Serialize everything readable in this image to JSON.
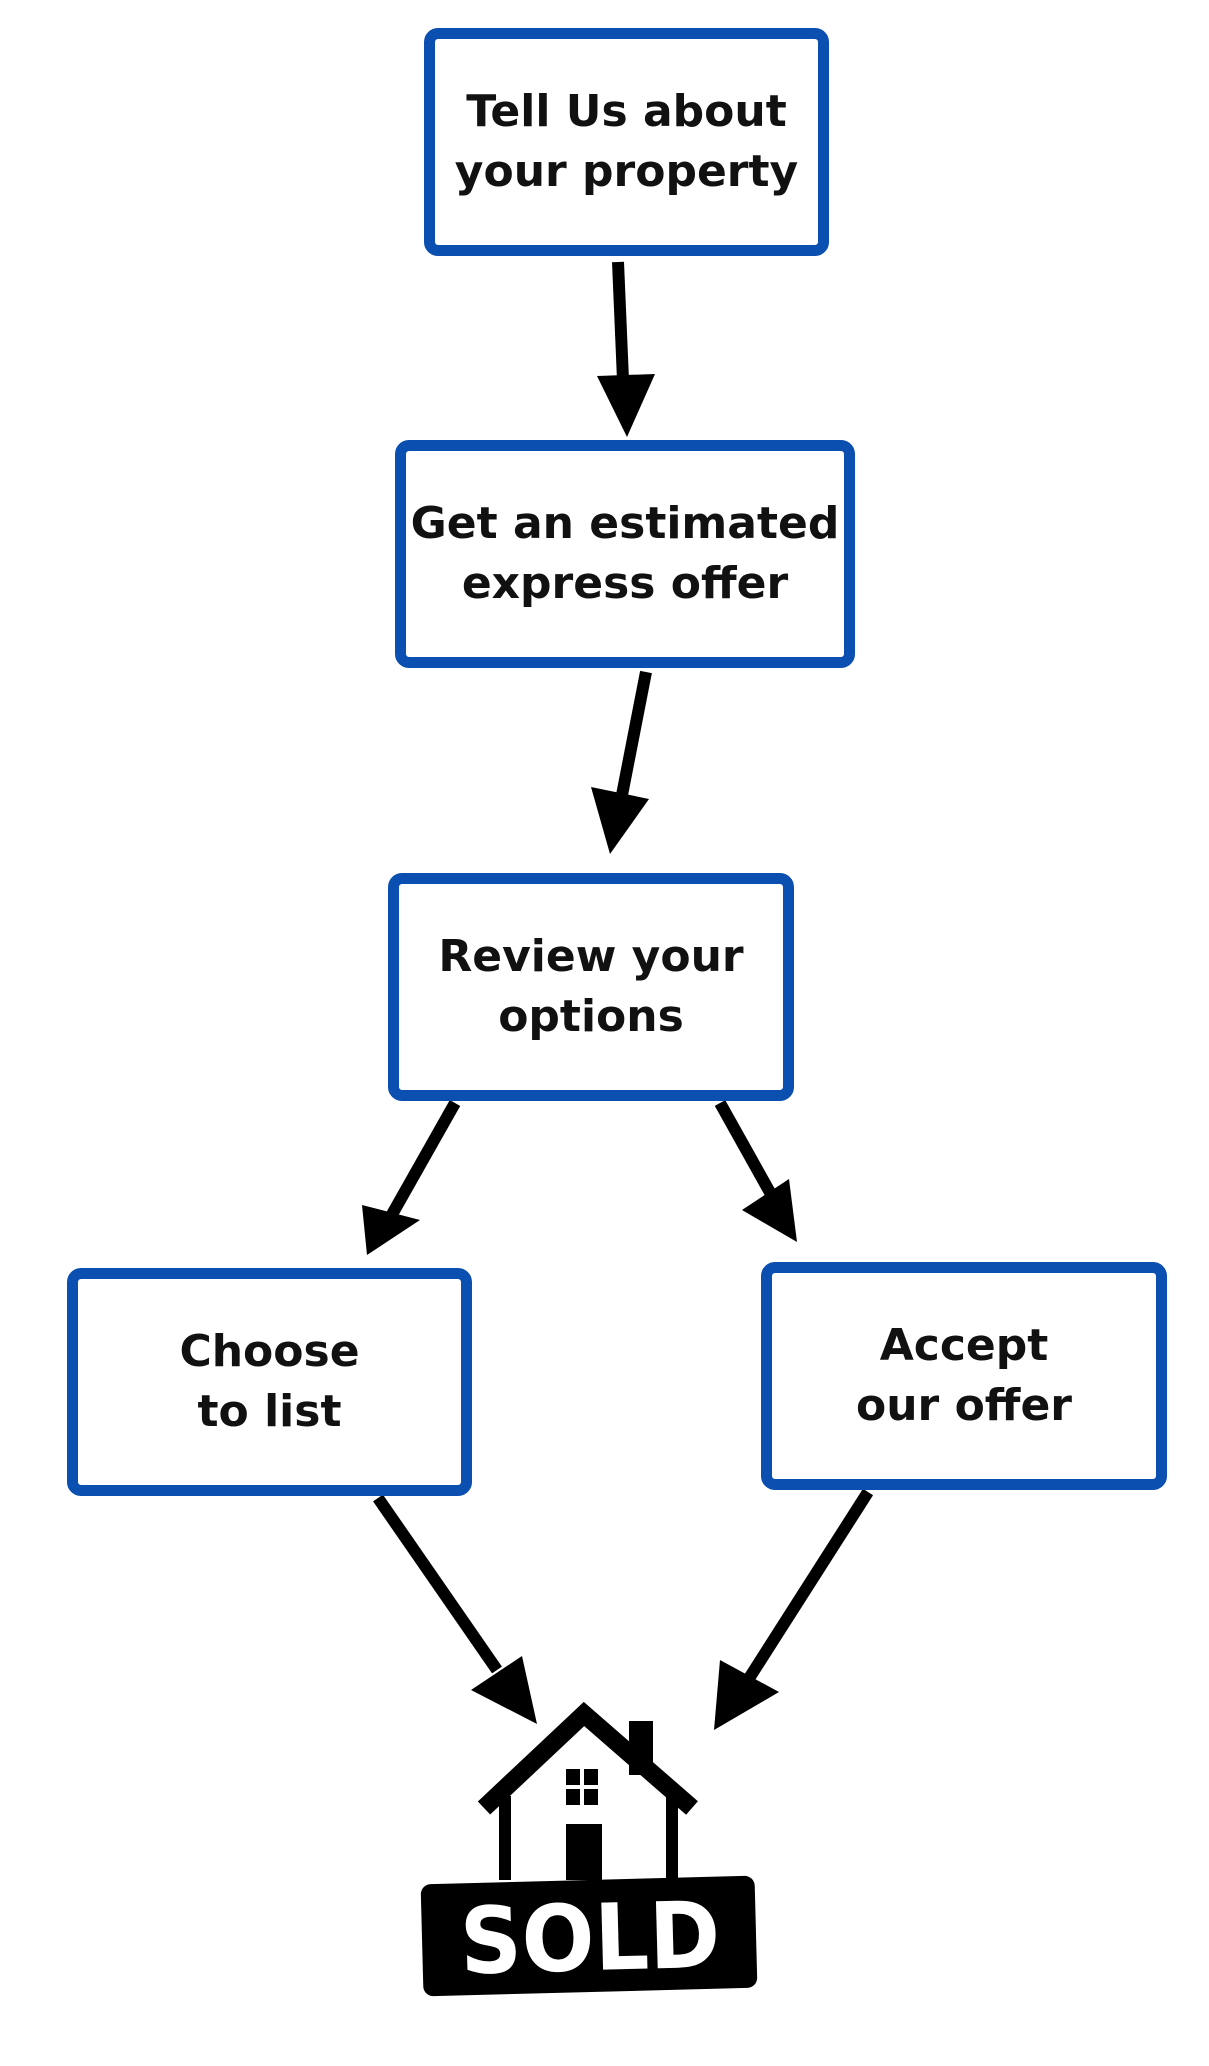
{
  "diagram": {
    "colors": {
      "node_border": "#0b4fb0",
      "text": "#111111",
      "arrow": "#000000"
    },
    "nodes": [
      {
        "id": "tell-us",
        "lines": [
          "Tell Us about",
          "your property"
        ]
      },
      {
        "id": "estimate",
        "lines": [
          "Get an estimated",
          "express offer"
        ]
      },
      {
        "id": "review",
        "lines": [
          "Review your",
          "options"
        ]
      },
      {
        "id": "list",
        "lines": [
          "Choose",
          "to list"
        ]
      },
      {
        "id": "accept",
        "lines": [
          "Accept",
          "our offer"
        ]
      }
    ],
    "edges": [
      {
        "from": "tell-us",
        "to": "estimate"
      },
      {
        "from": "estimate",
        "to": "review"
      },
      {
        "from": "review",
        "to": "list"
      },
      {
        "from": "review",
        "to": "accept"
      },
      {
        "from": "list",
        "to": "sold"
      },
      {
        "from": "accept",
        "to": "sold"
      }
    ],
    "sold_icon": {
      "icon": "house-sold-icon",
      "label": "SOLD"
    }
  }
}
